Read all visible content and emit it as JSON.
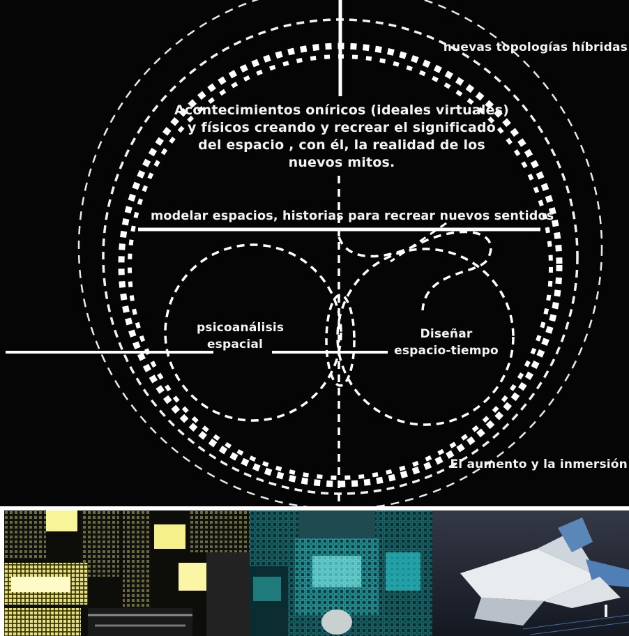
{
  "labels": {
    "top_right": "nuevas topologías híbridas",
    "center": "Acontecimientos oníricos (ideales virtuales) y físicos  creando y recrear el significado del espacio , con él, la realidad de los nuevos mitos.",
    "band": "modelar espacios, historias para recrear nuevos sentidos",
    "left_circle": "psicoanálisis espacial",
    "right_circle": "Diseñar espacio-tiempo",
    "bottom_right": "El aumento y la inmersión"
  },
  "thumbnails": [
    {
      "description_icon": "yellow-grid-render-image"
    },
    {
      "description_icon": "cyan-grid-render-image"
    },
    {
      "description_icon": "white-folded-sculpture-image"
    }
  ],
  "colors": {
    "background": "#050505",
    "stroke": "#f2f2f2",
    "yellow": "#f5f070",
    "cyan": "#3ff0f0"
  }
}
